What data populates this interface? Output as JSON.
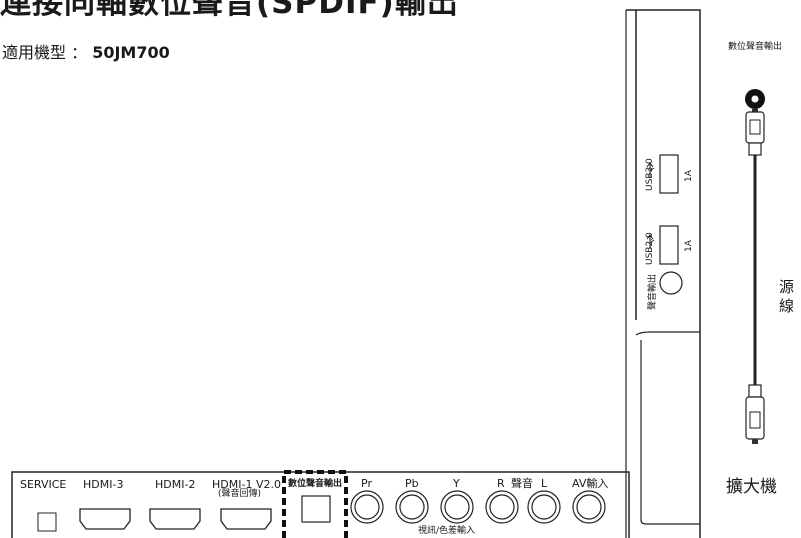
{
  "title": "連接同軸數位聲音(SPDIF)輸出",
  "model": {
    "label": "適用機型 ：",
    "value": "50JM700"
  },
  "panel_labels": {
    "service": "SERVICE",
    "hdmi3": "HDMI-3",
    "hdmi2": "HDMI-2",
    "hdmi1": "HDMI-1 V2.0",
    "hdmi1_sub": "(聲音回傳)",
    "spdif": "數位聲音輸出",
    "pr": "Pr",
    "pb": "Pb",
    "y": "Y",
    "r": "R",
    "audio": "聲音",
    "l": "L",
    "av_in": "AV輸入",
    "video_component": "視訊/色差輸入"
  },
  "side_labels": {
    "usb3": "USB3.0",
    "usb2": "USB2.0",
    "ia3": "1A",
    "ia2": "1A",
    "audio_out": "聲音輸出"
  },
  "right_labels": {
    "spdif_out": "數位聲音輸出",
    "source_line": "源\n線",
    "magnified": "擴大機"
  }
}
